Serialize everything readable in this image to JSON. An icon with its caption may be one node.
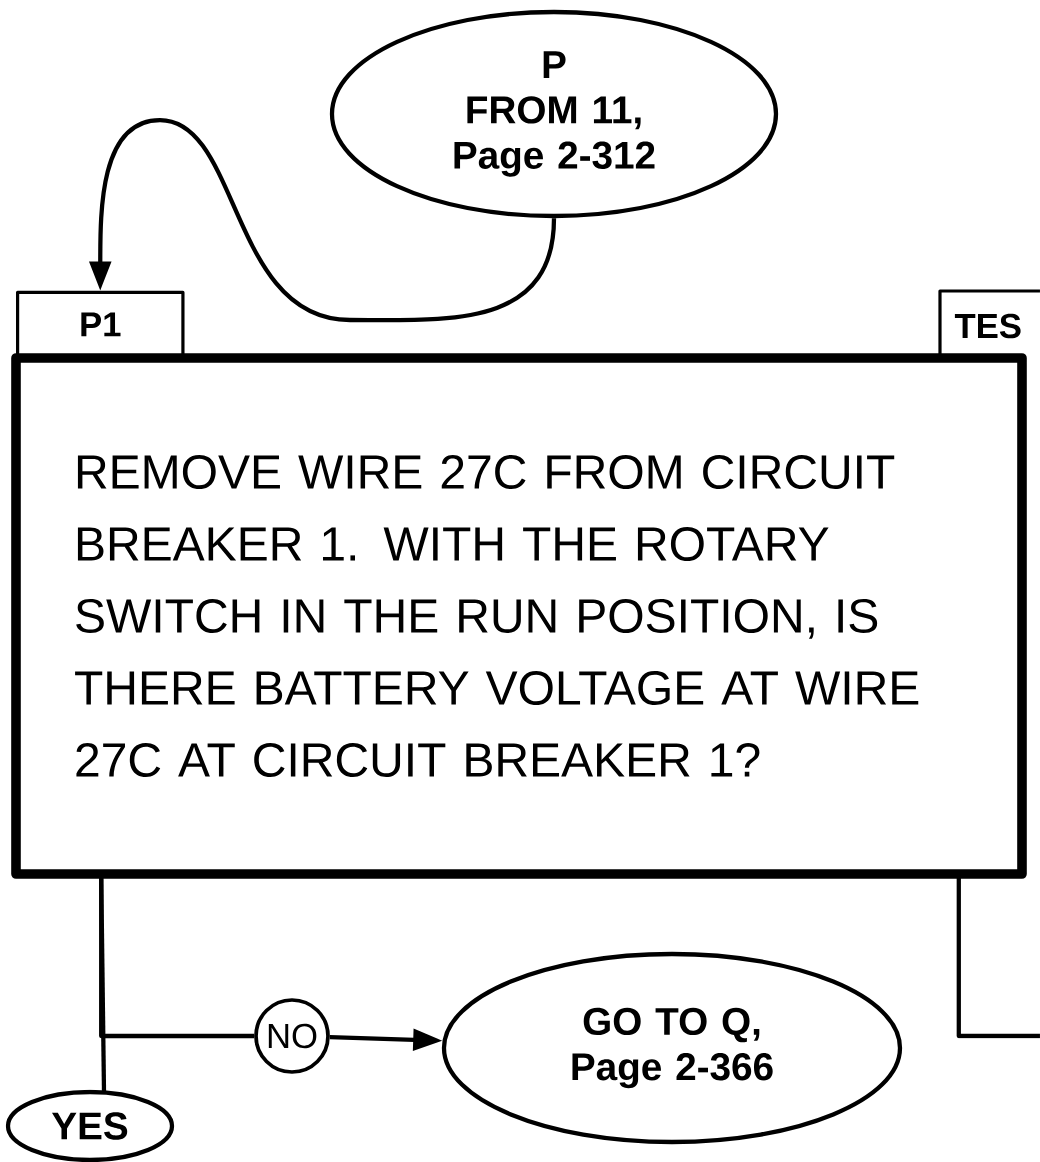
{
  "diagram": {
    "nodes": [
      {
        "text": [
          "P",
          "FROM 11, Page 2-312"
        ]
      },
      {
        "text": [
          "P1",
          "REMOVE WIRE 27C FROM CIRCUIT BREAKER 1. WITH THE ROTARY SWITCH IN THE RUN POSITION, IS THERE BATTERY VOLTAGE AT WIRE 27C AT CIRCUIT BREAKER 1?"
        ]
      },
      {
        "text": [
          "TES"
        ]
      },
      {
        "text": [
          "NO"
        ]
      },
      {
        "text": [
          "GO TO Q, Page 2-366"
        ]
      },
      {
        "text": [
          "YES"
        ]
      }
    ],
    "edges": [
      {
        "from": 0,
        "to": 1,
        "arrow": "to"
      },
      {
        "from": 1,
        "to": 3,
        "arrow": "none"
      },
      {
        "from": 3,
        "to": 4,
        "arrow": "to"
      },
      {
        "from": 1,
        "to": 5,
        "arrow": "none"
      },
      {
        "from": 1,
        "to": null,
        "arrow": "none"
      }
    ]
  }
}
